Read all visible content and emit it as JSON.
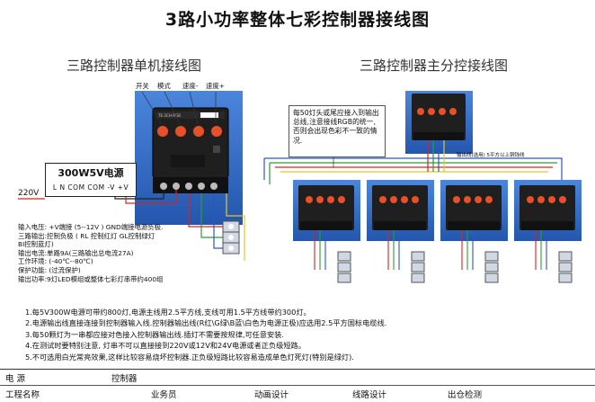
{
  "title": "3路小功率整体七彩控制器接线图",
  "left_subtitle": "三路控制器单机接线图",
  "right_subtitle": "三路控制器主分控接线图",
  "controller_labels": {
    "switch": "开关",
    "mode": "模式",
    "speed_down": "速度-",
    "speed_up": "速度+"
  },
  "power_supply": {
    "title": "300W5V电源",
    "terminals": "L N COM COM -V +V",
    "input_voltage": "220V"
  },
  "specs": [
    "输入电压: +V端接 (5--12V ) GND端接电源负极.",
    "三路输出:控制负极 ( RL 控制红灯 GL控制绿灯",
    "BI控制蓝灯)",
    "输出电流:单路9A(三路输出总电流27A)",
    "工作环境: (-40℃--80℃)",
    "保护功能: (过流保护)",
    "输出功率:9灯LED模组或整体七彩灯串带约400组"
  ],
  "callout": "每50灯头或尾应接入到输出总线,注意接线RGB的统一,否则会出现色彩不一致的情况.",
  "bus_label": "输出线(选用) 5平方以上铜钱线",
  "notes": [
    "1.每5V300W电源可带约800灯,电源主线用2.5平方线,支线可用1.5平方线带约300灯。",
    "2.电源输出线直接连接到控制器输入线.控制器输出线(R红\\G绿\\B蓝\\白色为电源正极)应选用2.5平方国标电缆线.",
    "3.每50颗灯为一串都应接对色接入控制器输出线.插灯不需要按规律,可任意安装.",
    "4.在测试时要特别注意, 灯串不可以直接接到220V或12V和24V电源或者正负级短路。",
    "5.不可选用白光常亮效果,这样比较容易烧坏控制器.正负级短路比较容易造成单色灯死灯(特别是绿灯)."
  ],
  "footer": {
    "row1": [
      "电  源",
      "控制器"
    ],
    "row2": [
      "工程名称",
      "业务员",
      "动画设计",
      "线路设计",
      "出仓检测"
    ]
  },
  "colors": {
    "controller_body": "#1e1e1e",
    "button": "#e8502a",
    "panel_bg": "#3a6fc6",
    "wire_red": "#d8241c",
    "wire_green": "#2f9a38",
    "wire_blue": "#2a57c8",
    "wire_yellow": "#e6c623"
  }
}
